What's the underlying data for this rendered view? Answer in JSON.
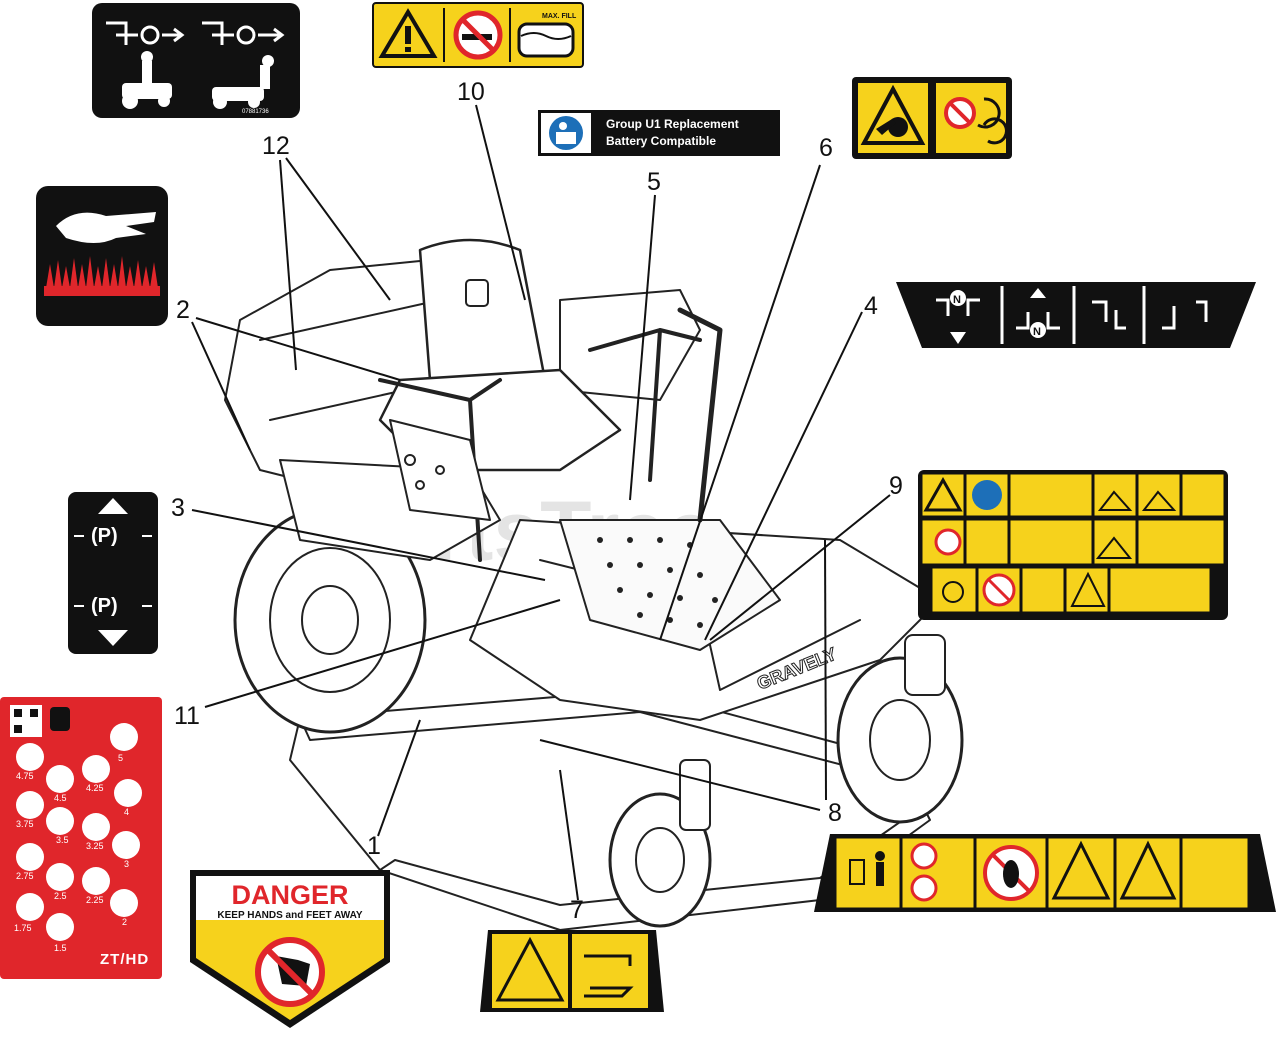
{
  "callouts": {
    "c1": "1",
    "c2": "2",
    "c3": "3",
    "c4": "4",
    "c5": "5",
    "c6": "6",
    "c7": "7",
    "c8": "8",
    "c9": "9",
    "c10": "10",
    "c11": "11",
    "c12": "12"
  },
  "battery_decal": {
    "line1": "Group U1 Replacement",
    "line2": "Battery Compatible"
  },
  "fuel_decal": {
    "fill_label": "MAX. FILL"
  },
  "danger_decal": {
    "heading": "DANGER",
    "subheading": "KEEP HANDS and FEET AWAY"
  },
  "height_chart": {
    "brand": "ZT/HD",
    "heights": [
      "4.75",
      "5",
      "4.5",
      "4.25",
      "4",
      "3.75",
      "3.5",
      "3.25",
      "3",
      "2.75",
      "2.5",
      "2.25",
      "2",
      "1.75",
      "1.5"
    ]
  },
  "parking_brake_decal": {
    "symbol": "(P)"
  },
  "neutral_decal": {
    "symbol": "N"
  },
  "mower_badge": {
    "brand": "GRAVELY"
  },
  "watermark": "PartsTree",
  "colors": {
    "decal_yellow": "#f6d21c",
    "decal_black": "#111111",
    "decal_red": "#e0262b",
    "battery_blue": "#1d6fb8"
  }
}
